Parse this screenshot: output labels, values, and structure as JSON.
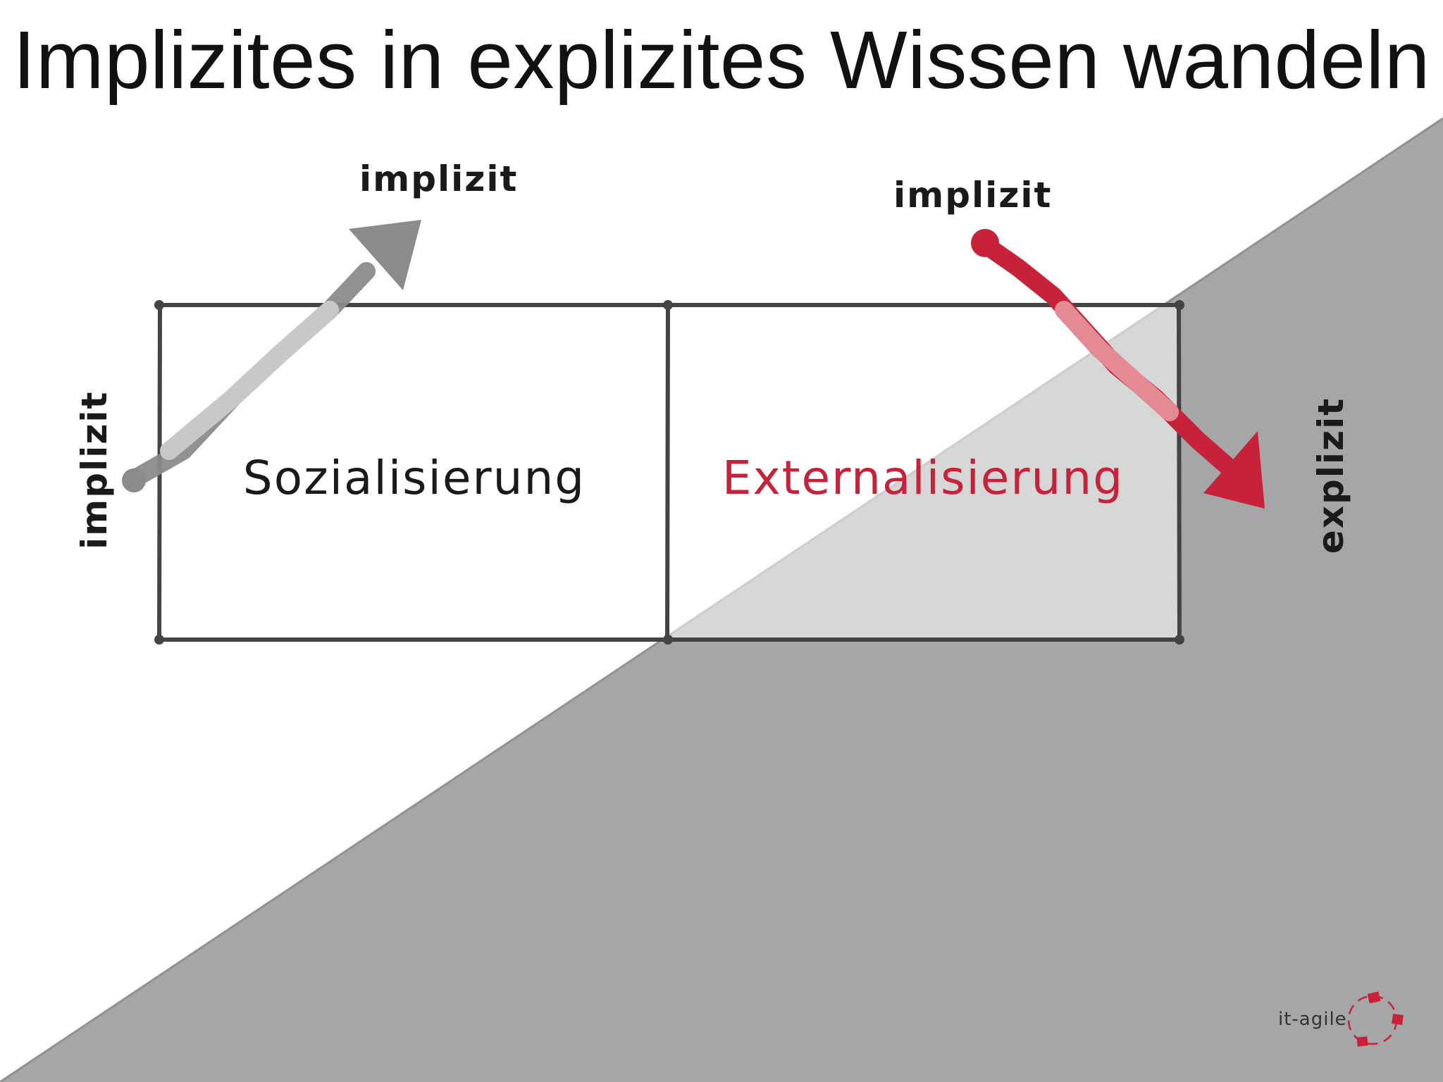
{
  "title": "Implizites in explizites Wissen wandeln",
  "axis_labels": {
    "top_left": "implizit",
    "top_right": "implizit",
    "left": "implizit",
    "right": "explizit"
  },
  "cells": [
    {
      "label": "Sozialisierung",
      "color": "#1a1a1a"
    },
    {
      "label": "Externalisierung",
      "color": "#c8223a"
    }
  ],
  "arrows": [
    {
      "name": "socialization-arrow",
      "color": "#8a8b8d"
    },
    {
      "name": "externalization-arrow",
      "color": "#c8223a"
    }
  ],
  "colors": {
    "background": "#ffffff",
    "triangle": "#a4a6a7",
    "box_border": "#444444",
    "accent": "#c8223a"
  },
  "logo": {
    "text": "it-agile",
    "icon": "it-agile-logo-icon"
  }
}
